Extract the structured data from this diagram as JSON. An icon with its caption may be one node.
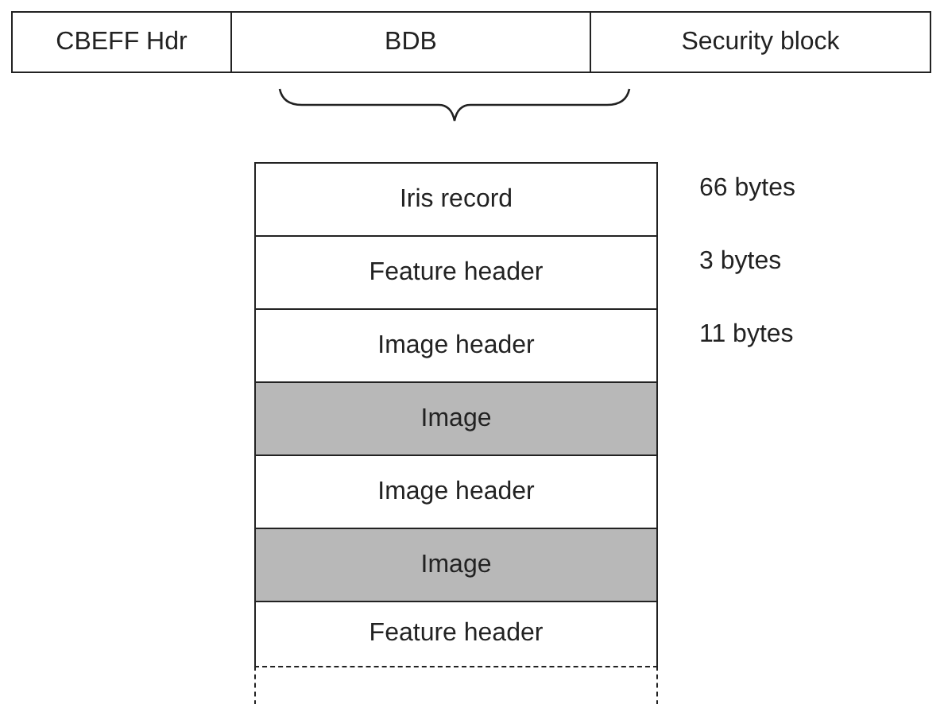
{
  "diagram": {
    "nodes": [
      {
        "text": [
          "CBEFF Hdr"
        ]
      },
      {
        "text": [
          "BDB"
        ]
      },
      {
        "text": [
          "Security block"
        ]
      },
      {
        "text": [
          "Iris record"
        ],
        "beside": [
          "66 bytes"
        ]
      },
      {
        "text": [
          "Feature header"
        ],
        "beside": [
          "3 bytes"
        ]
      },
      {
        "text": [
          "Image header"
        ],
        "beside": [
          "11 bytes"
        ]
      },
      {
        "text": [
          "Image"
        ]
      },
      {
        "text": [
          "Image header"
        ]
      },
      {
        "text": [
          "Image"
        ]
      },
      {
        "text": [
          "Feature header"
        ]
      },
      {
        "text": [],
        "shape": "box"
      }
    ],
    "edges": []
  }
}
